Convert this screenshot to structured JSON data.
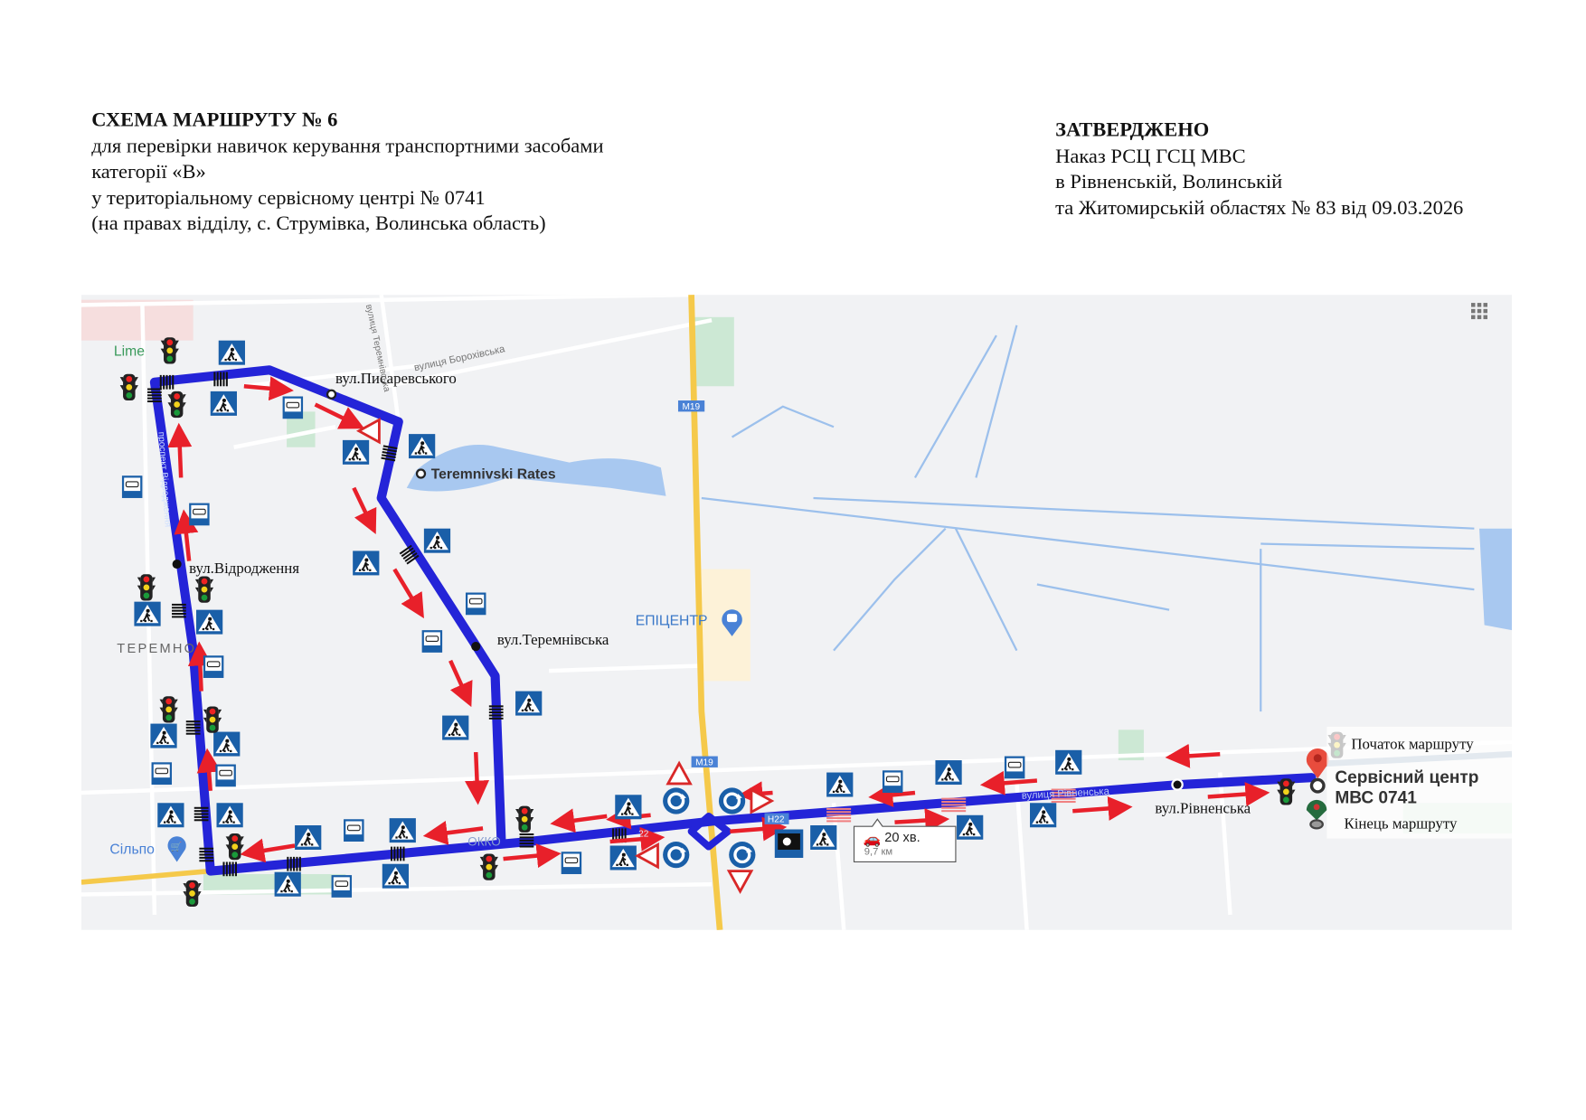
{
  "header_left": {
    "title": "СХЕМА МАРШРУТУ № 6",
    "line1": "для перевірки навичок керування транспортними засобами",
    "line2": "категорії «В»",
    "line3": "у територіальному сервісному центрі № 0741",
    "line4": "(на правах відділу, с. Струмівка, Волинська область)"
  },
  "header_right": {
    "title": "ЗАТВЕРДЖЕНО",
    "line1": "Наказ РСЦ ГСЦ МВС",
    "line2": "в Рівненській, Волинській",
    "line3": "та Житомирській областях № 83 від 09.03.2026"
  },
  "map": {
    "streets": {
      "pysarevskoho": "вул.Писаревського",
      "vidrodzhennia": "вул.Відродження",
      "teremnivska": "вул.Теремнівська",
      "rivnenska": "вул.Рівненська"
    },
    "places": {
      "lime": "Lime",
      "teremno": "ТЕРЕМНО",
      "silpo": "Сільпо",
      "epicentr": "ЕПІЦЕНТР",
      "teremnivski_rates": "Teremnivski Rates",
      "okko": "ОККО"
    },
    "road_labels": {
      "borokhivska": "вулиця Борохівська",
      "teremnivska_small": "вулиця Теремнівська",
      "vidrodzhennia_small": "проспект Відродження",
      "rivnenska_small": "вулиця Рівненська",
      "m19_a": "M19",
      "m19_b": "M19",
      "h22": "H22",
      "n22": "22"
    },
    "legend": {
      "start": "Початок маршруту",
      "service_center_1": "Сервісний центр",
      "service_center_2": "МВС 0741",
      "end": "Кінець маршруту"
    },
    "trip": {
      "duration": "20 хв.",
      "distance": "9,7 км"
    },
    "colors": {
      "route": "#2424d8",
      "arrow": "#e8202a",
      "sign_blue": "#1a5fa8",
      "water": "#a8c8f0",
      "highway": "#f5c94a"
    }
  }
}
